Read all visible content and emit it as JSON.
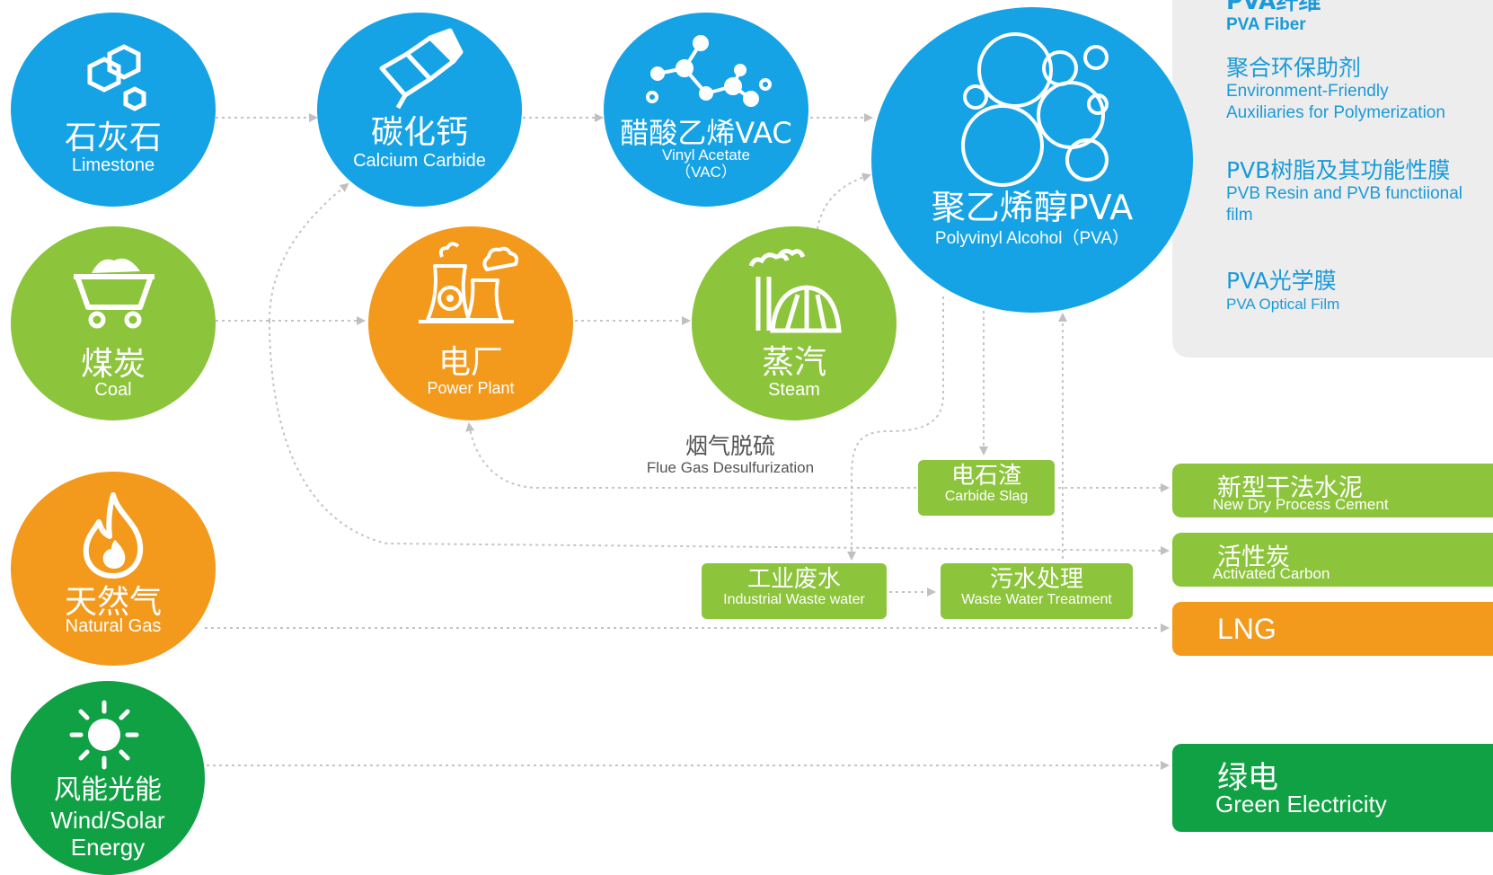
{
  "colors": {
    "blue": "#15a3e6",
    "light_green": "#8cc43c",
    "orange": "#f39a1d",
    "dark_green": "#10a144",
    "arrow": "#c0c0c0"
  },
  "raw": {
    "limestone": {
      "zh": "石灰石",
      "en": "Limestone",
      "icon": "hexagon-icon"
    },
    "coal": {
      "zh": "煤炭",
      "en": "Coal",
      "icon": "coal-cart-icon"
    },
    "natural_gas": {
      "zh": "天然气",
      "en": "Natural Gas",
      "icon": "flame-icon"
    },
    "wind_solar": {
      "zh": "风能光能",
      "en1": "Wind/Solar",
      "en2": "Energy",
      "icon": "sun-icon"
    }
  },
  "process": {
    "calcium_carbide": {
      "zh": "碳化钙",
      "en": "Calcium Carbide",
      "icon": "crystal-icon"
    },
    "vac": {
      "zh": "醋酸乙烯VAC",
      "en1": "Vinyl Acetate",
      "en2": "（VAC）",
      "icon": "molecule-icon"
    },
    "pva": {
      "zh": "聚乙烯醇PVA",
      "en": "Polyvinyl Alcohol（PVA）",
      "icon": "bubbles-icon"
    },
    "power_plant": {
      "zh": "电厂",
      "en": "Power Plant",
      "icon": "power-plant-icon"
    },
    "steam": {
      "zh": "蒸汽",
      "en": "Steam",
      "icon": "factory-icon"
    }
  },
  "intermediate": {
    "flue": {
      "zh": "烟气脱硫",
      "en": "Flue Gas Desulfurization"
    },
    "carbide_slag": {
      "zh": "电石渣",
      "en": "Carbide Slag"
    },
    "waste_water": {
      "zh": "工业废水",
      "en": "Industrial Waste water"
    },
    "treatment": {
      "zh": "污水处理",
      "en": "Waste Water Treatment"
    }
  },
  "pva_products": [
    {
      "zh": "PVA纤维",
      "en": "PVA Fiber"
    },
    {
      "zh": "聚合环保助剂",
      "en1": "Environment-Friendly",
      "en2": "Auxiliaries for Polymerization"
    },
    {
      "zh": "PVB树脂及其功能性膜",
      "en1": "PVB Resin and PVB  functiional",
      "en2": "film"
    },
    {
      "zh": "PVA光学膜",
      "en": "PVA Optical Film"
    }
  ],
  "products": {
    "cement": {
      "zh": "新型干法水泥",
      "en": "New Dry Process Cement"
    },
    "carbon": {
      "zh": "活性炭",
      "en": "Activated Carbon"
    },
    "lng": {
      "label": "LNG"
    },
    "green": {
      "zh": "绿电",
      "en": "Green Electricity"
    }
  }
}
